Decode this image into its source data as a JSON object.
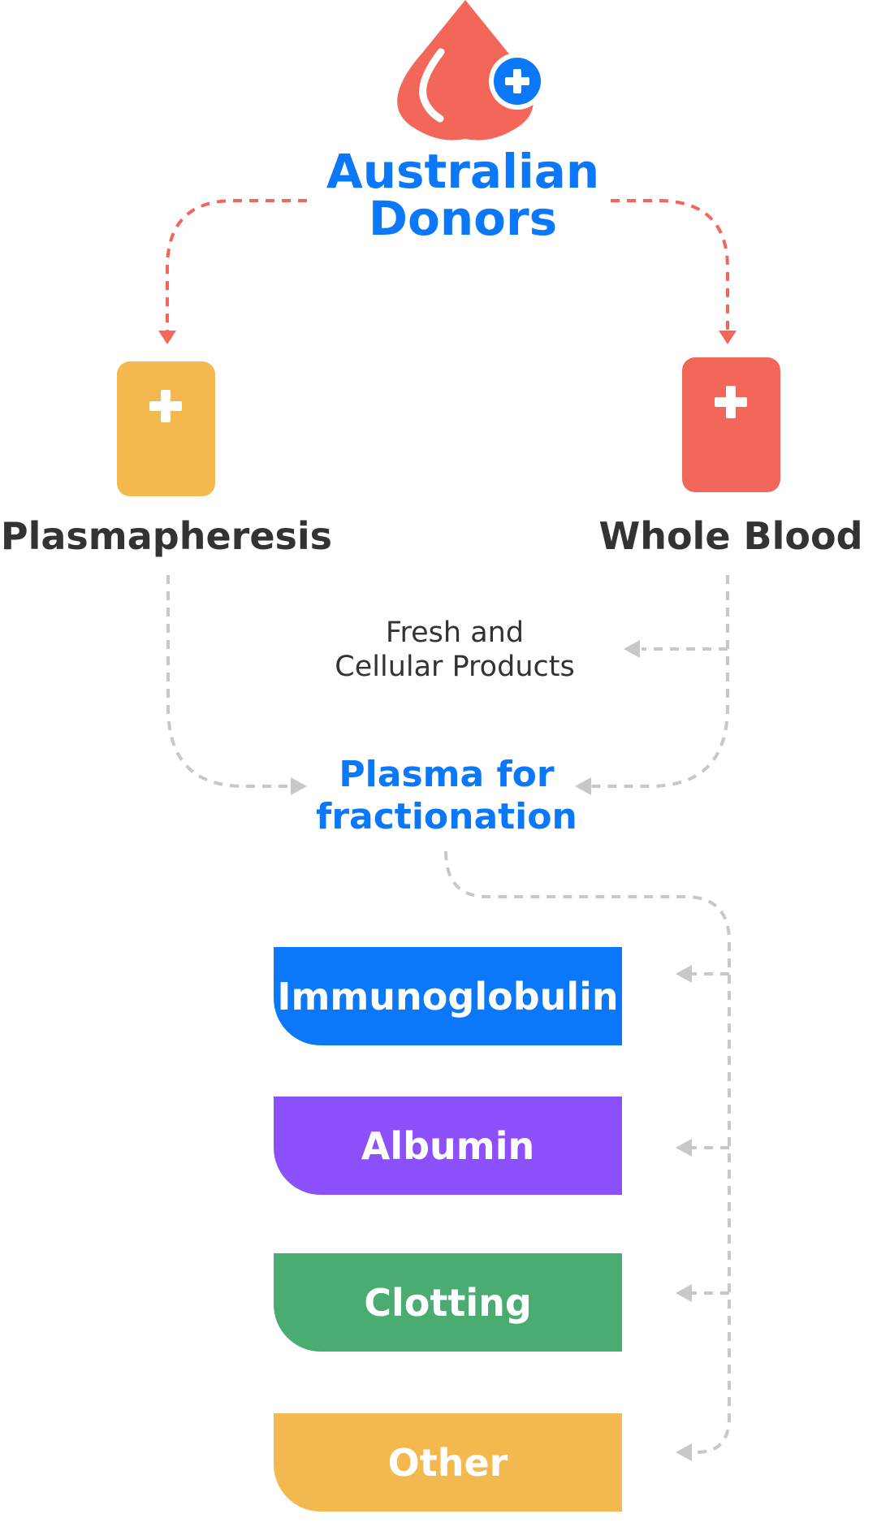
{
  "colors": {
    "blue": "#0A78F9",
    "red": "#F26759",
    "yellow": "#F3B94E",
    "purple": "#8C50FB",
    "green": "#4AAC70",
    "dark_text": "#333333",
    "dash_gray": "#C8C8C8",
    "white": "#FFFFFF"
  },
  "icons": {
    "donor": "blood-drop-plus-icon",
    "plasmapheresis": "plasma-bag-plus-icon",
    "whole_blood": "blood-bag-plus-icon"
  },
  "diagram": {
    "title": "Australian\nDonors",
    "plasmapheresis": "Plasmapheresis",
    "whole_blood": "Whole Blood",
    "fresh_cellular": "Fresh and\nCellular Products",
    "fractionation": "Plasma for\nfractionation",
    "products": [
      {
        "label": "Immunoglobulin",
        "color": "#0A78F9"
      },
      {
        "label": "Albumin",
        "color": "#8C50FB"
      },
      {
        "label": "Clotting",
        "color": "#4AAC70"
      },
      {
        "label": "Other",
        "color": "#F3B94E"
      }
    ]
  }
}
